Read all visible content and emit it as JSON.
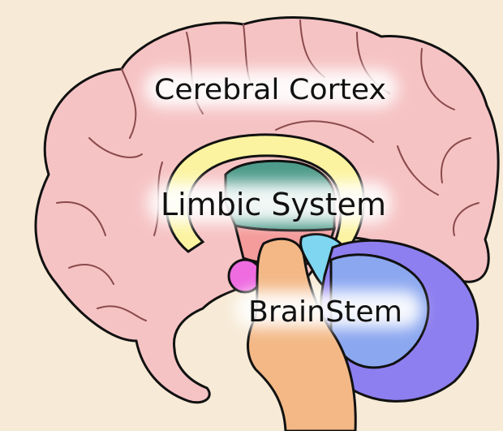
{
  "labels": {
    "cerebral_cortex": "Cerebral Cortex",
    "limbic_system": "Limbic System",
    "brain_stem": "BrainStem"
  },
  "colors": {
    "background": "#f7ead6",
    "cortex": "#f6c3c4",
    "limbic_yellow": "#fbf3a0",
    "limbic_green": "#4e9b8a",
    "limbic_red": "#f49b9b",
    "amygdala_pink": "#ee6be0",
    "hippocampus_cyan": "#7ed6f0",
    "brain_stem": "#f3b886",
    "cerebellum_blue": "#8ba7f0",
    "cerebellum_purple": "#8e7ff0",
    "outline": "#111111"
  }
}
